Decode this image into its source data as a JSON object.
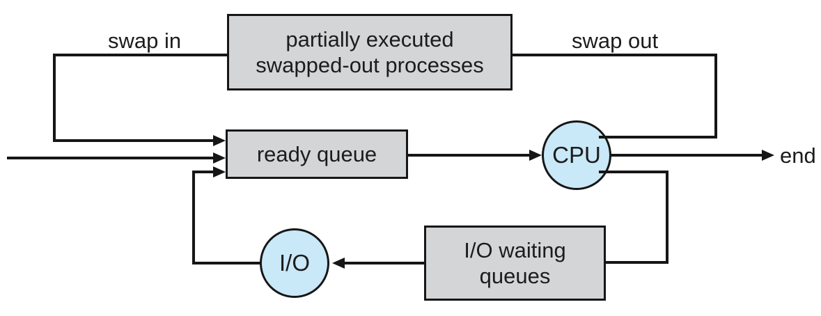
{
  "colors": {
    "bg": "#ffffff",
    "box-fill": "#d4d5d7",
    "circle-fill": "#c9e8f8",
    "line": "#161616",
    "text": "#1c1c1c"
  },
  "nodes": {
    "swapped_out": {
      "line1": "partially executed",
      "line2": "swapped-out processes"
    },
    "ready_queue": {
      "label": "ready queue"
    },
    "cpu": {
      "label": "CPU"
    },
    "io_waiting": {
      "line1": "I/O waiting",
      "line2": "queues"
    },
    "io": {
      "label": "I/O"
    }
  },
  "labels": {
    "swap_in": "swap in",
    "swap_out": "swap out",
    "end": "end"
  }
}
